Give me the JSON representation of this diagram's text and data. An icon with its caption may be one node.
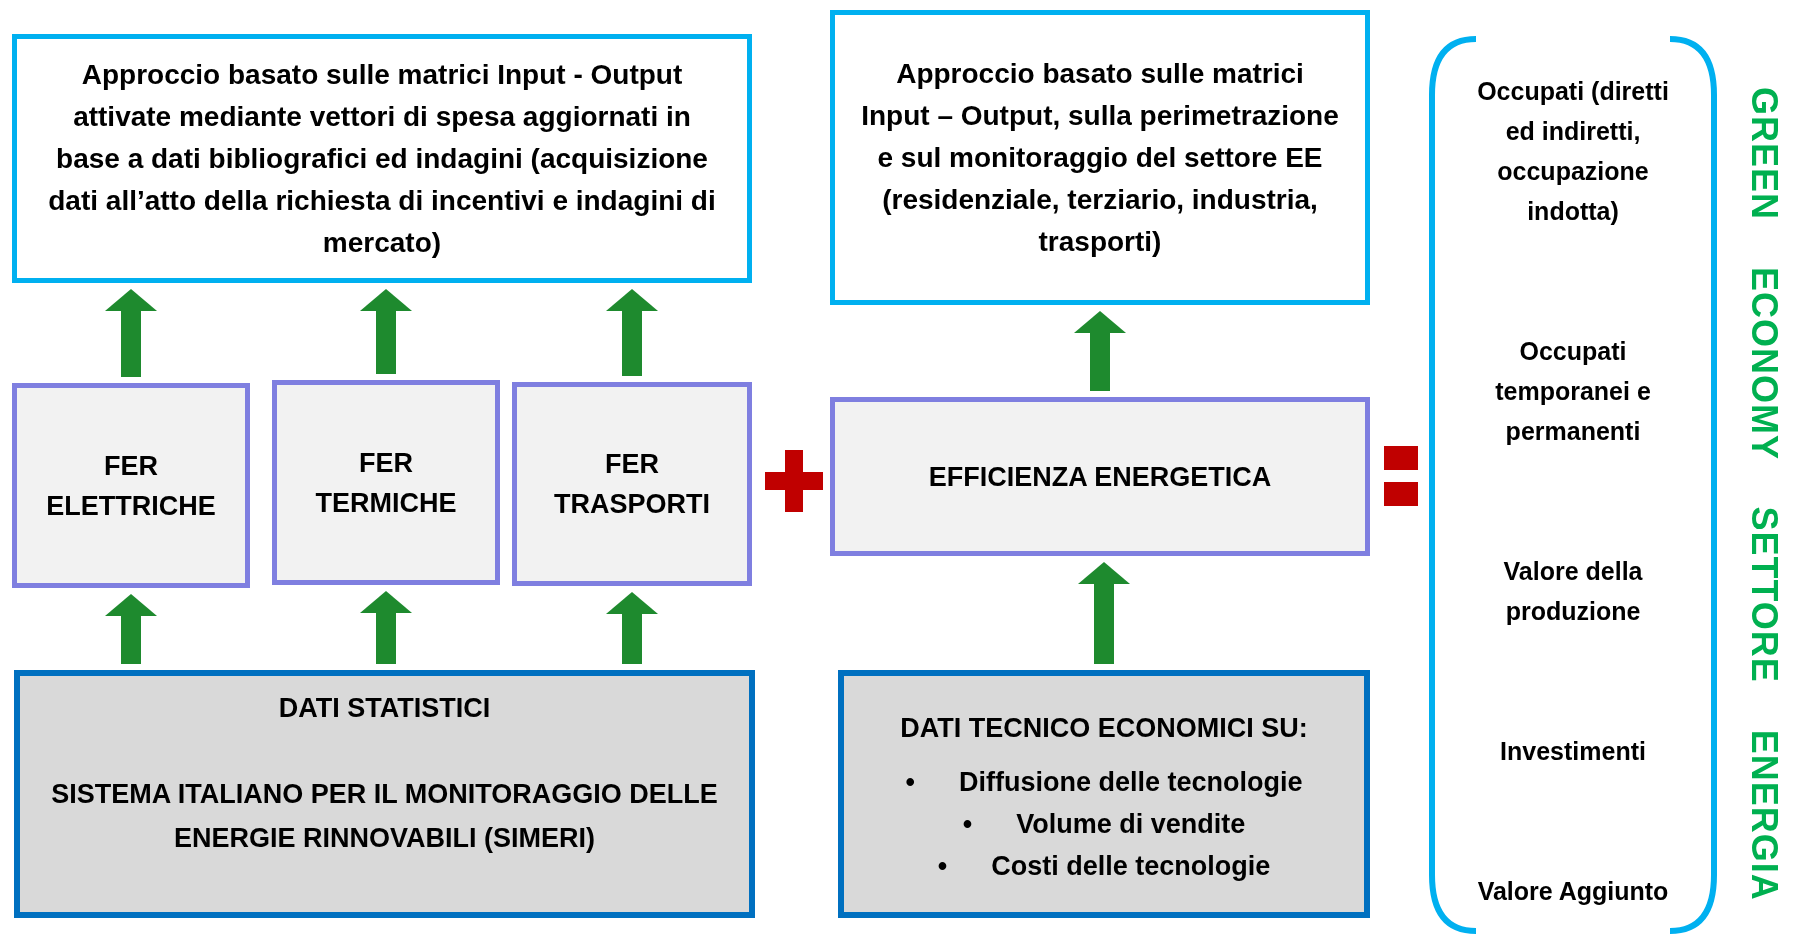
{
  "diagram": {
    "nodes": [
      {
        "text": [
          "Approccio basato sulle matrici Input - Output attivate mediante vettori di spesa aggiornati in base a dati bibliografici ed indagini (acquisizione dati all’atto della richiesta di incentivi e indagini di mercato)"
        ]
      },
      {
        "text": [
          "Approccio basato sulle matrici Input – Output, sulla perimetrazione e sul monitoraggio del settore EE (residenziale, terziario, industria, trasporti)"
        ]
      },
      {
        "text": [
          "FER ELETTRICHE"
        ]
      },
      {
        "text": [
          "FER TERMICHE"
        ]
      },
      {
        "text": [
          "FER TRASPORTI"
        ]
      },
      {
        "text": [
          "EFFICIENZA ENERGETICA"
        ]
      },
      {
        "text": [
          "DATI STATISTICI",
          "SISTEMA ITALIANO PER IL MONITORAGGIO DELLE ENERGIE RINNOVABILI (SIMERI)"
        ]
      },
      {
        "text": [
          "DATI TECNICO ECONOMICI SU:",
          "•",
          "Diffusione delle tecnologie",
          "•",
          "Volume di vendite",
          "•",
          "Costi delle tecnologie"
        ]
      },
      {
        "text": [
          "Occupati (diretti ed indiretti, occupazione indotta)",
          "Occupati temporanei e permanenti",
          "Valore della produzione",
          "Investimenti",
          "Valore Aggiunto"
        ]
      }
    ],
    "edges": [
      {
        "from": 6,
        "to": 2,
        "arrow": "to"
      },
      {
        "from": 6,
        "to": 3,
        "arrow": "to"
      },
      {
        "from": 6,
        "to": 4,
        "arrow": "to"
      },
      {
        "from": 2,
        "to": 0,
        "arrow": "to"
      },
      {
        "from": 3,
        "to": 0,
        "arrow": "to"
      },
      {
        "from": 4,
        "to": 0,
        "arrow": "to"
      },
      {
        "from": 7,
        "to": 5,
        "arrow": "to"
      },
      {
        "from": 5,
        "to": 1,
        "arrow": "to"
      }
    ],
    "labels": [
      "GREEN ECONOMY SETTORE ENERGIA"
    ]
  }
}
